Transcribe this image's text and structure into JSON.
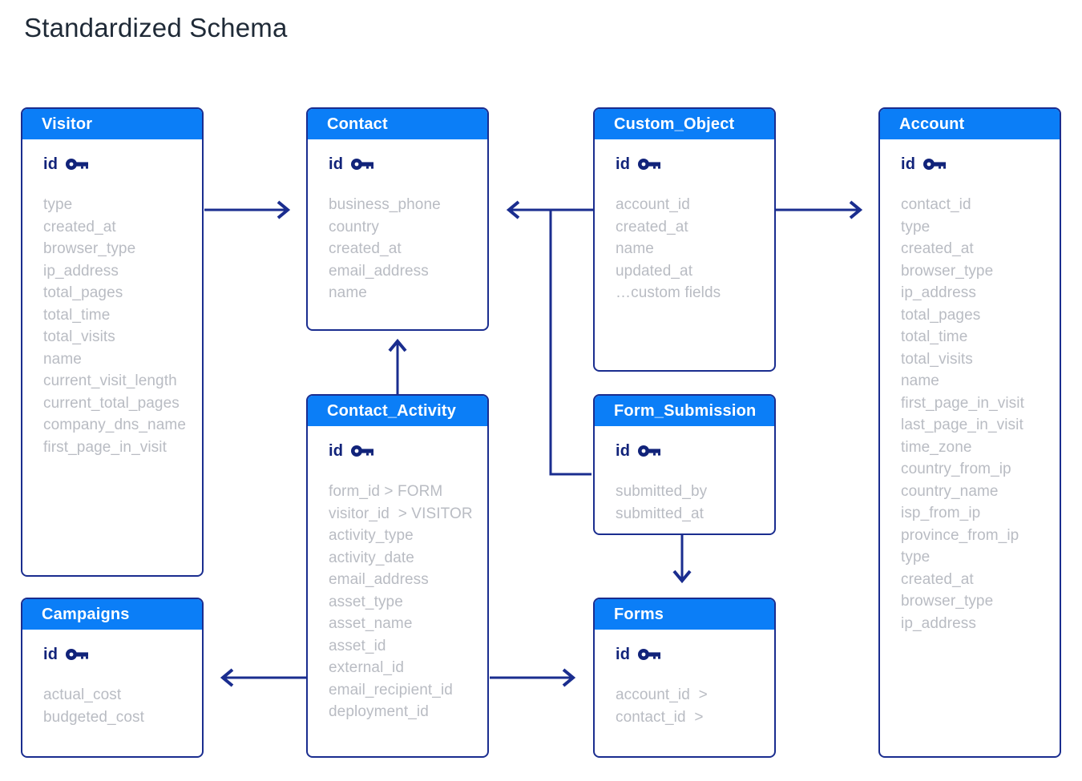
{
  "page": {
    "title": "Standardized Schema",
    "accent_header": "#0b7ef7",
    "border_color": "#1a2d8f",
    "field_text_color": "#b9bcc3",
    "pk_text_color": "#11237a",
    "title_color": "#1f2a37",
    "background": "#ffffff"
  },
  "entities": [
    {
      "id": "visitor",
      "name": "Visitor",
      "pk": "id",
      "key_icon": "key-icon",
      "fields": [
        "type",
        "created_at",
        "browser_type",
        "ip_address",
        "total_pages",
        "total_time",
        "total_visits",
        "name",
        "current_visit_length",
        "current_total_pages",
        "company_dns_name",
        "first_page_in_visit"
      ]
    },
    {
      "id": "contact",
      "name": "Contact",
      "pk": "id",
      "key_icon": "key-icon",
      "fields": [
        "business_phone",
        "country",
        "created_at",
        "email_address",
        "name"
      ]
    },
    {
      "id": "custom_object",
      "name": "Custom_Object",
      "pk": "id",
      "key_icon": "key-icon",
      "fields": [
        "account_id",
        "created_at",
        "name",
        "updated_at",
        "…custom fields"
      ]
    },
    {
      "id": "account",
      "name": "Account",
      "pk": "id",
      "key_icon": "key-icon",
      "fields": [
        "contact_id",
        "type",
        "created_at",
        "browser_type",
        "ip_address",
        "total_pages",
        "total_time",
        "total_visits",
        "name",
        "first_page_in_visit",
        "last_page_in_visit",
        "time_zone",
        "country_from_ip",
        "country_name",
        "isp_from_ip",
        "province_from_ip",
        "type",
        "created_at",
        "browser_type",
        "ip_address"
      ]
    },
    {
      "id": "contact_activity",
      "name": "Contact_Activity",
      "pk": "id",
      "key_icon": "key-icon",
      "fields": [
        "form_id > FORM",
        "visitor_id  > VISITOR",
        "activity_type",
        "activity_date",
        "email_address",
        "asset_type",
        "asset_name",
        "asset_id",
        "external_id",
        "email_recipient_id",
        "deployment_id"
      ]
    },
    {
      "id": "form_submission",
      "name": "Form_Submission",
      "pk": "id",
      "key_icon": "key-icon",
      "fields": [
        "submitted_by",
        "submitted_at"
      ]
    },
    {
      "id": "forms",
      "name": "Forms",
      "pk": "id",
      "key_icon": "key-icon",
      "fields": [
        "account_id  >",
        "contact_id  >"
      ]
    },
    {
      "id": "campaigns",
      "name": "Campaigns",
      "pk": "id",
      "key_icon": "key-icon",
      "fields": [
        "actual_cost",
        "budgeted_cost"
      ]
    }
  ],
  "relationships": [
    {
      "from": "visitor",
      "to": "contact",
      "direction": "right"
    },
    {
      "from": "custom_object",
      "to": "contact",
      "direction": "left"
    },
    {
      "from": "custom_object",
      "to": "account",
      "direction": "right"
    },
    {
      "from": "custom_object",
      "to": "form_submission",
      "direction": "elbow-left-down"
    },
    {
      "from": "contact_activity",
      "to": "contact",
      "direction": "up"
    },
    {
      "from": "contact_activity",
      "to": "campaigns",
      "direction": "left"
    },
    {
      "from": "contact_activity",
      "to": "forms",
      "direction": "right"
    },
    {
      "from": "form_submission",
      "to": "forms",
      "direction": "down"
    }
  ]
}
